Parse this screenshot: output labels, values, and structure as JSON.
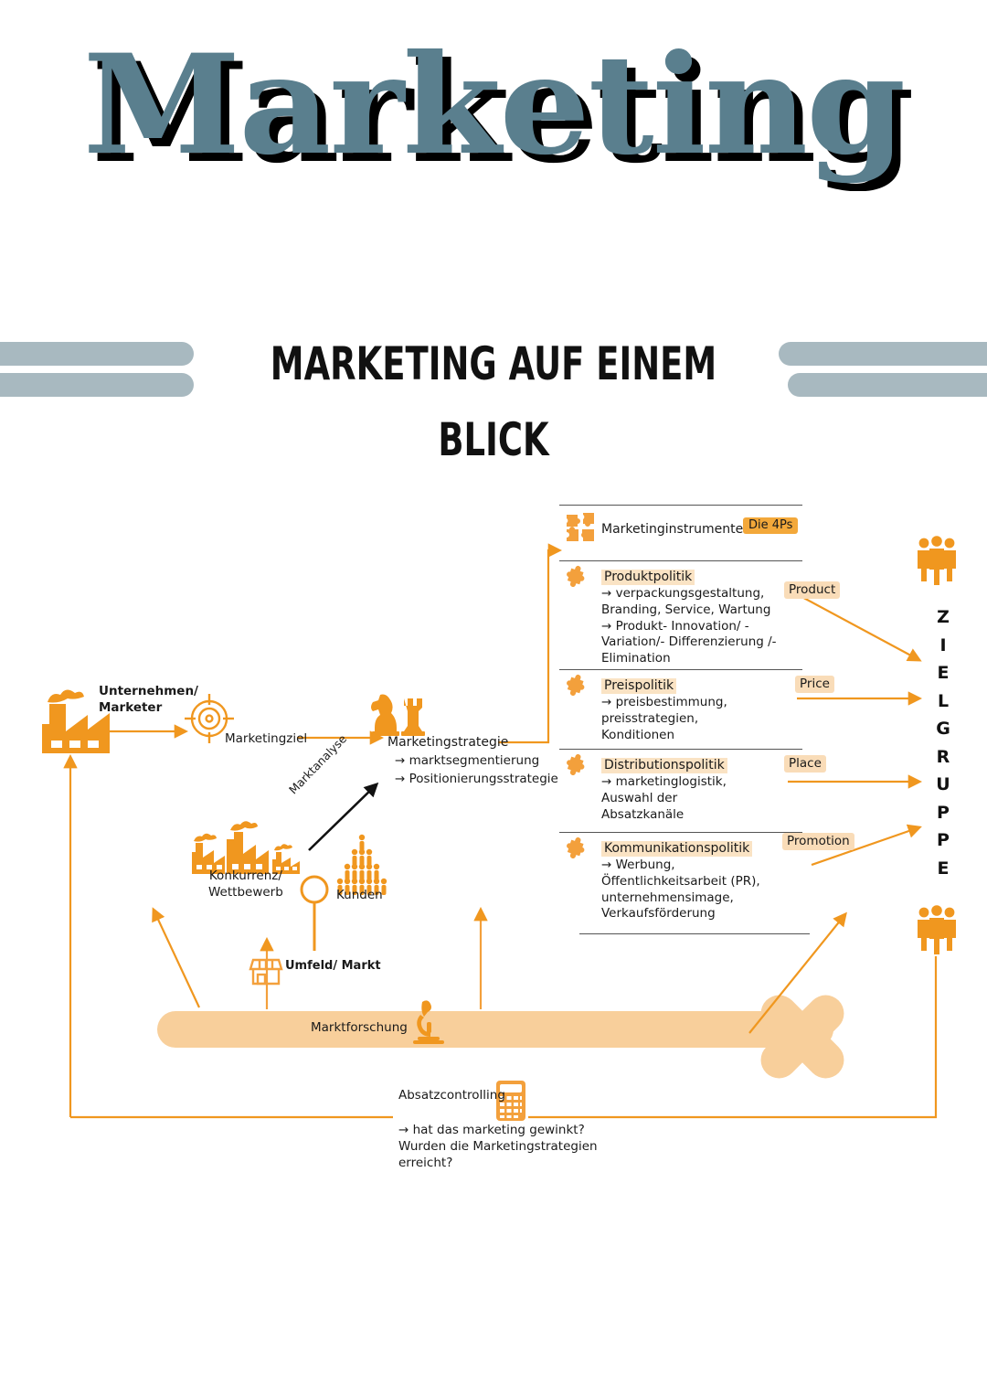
{
  "title": "Marketing",
  "subtitle": "MARKETING AUF EINEM BLICK",
  "colors": {
    "title_fill": "#5a7f8e",
    "title_shadow": "#000000",
    "subtitle_bar": "#a8b9c0",
    "orange": "#f0971f",
    "orange_icon": "#f3a03c",
    "peach": "#f8cf9b",
    "peach_light": "#fae3c4",
    "text": "#1a1a1a",
    "rule": "#555555"
  },
  "left_flow": {
    "company": {
      "label": "Unternehmen/\nMarketer",
      "icon": "factory-icon"
    },
    "goal": {
      "label": "Marketingziel",
      "icon": "target-icon"
    },
    "strategy": {
      "label": "Marketingstrategie",
      "icon": "chess-pieces-icon",
      "bullets": [
        "→ marktsegmentierung",
        "→ Positionierungsstrategie"
      ]
    },
    "competition": {
      "label": "Konkurrenz/\nWettbewerb",
      "icon": "factories-icon"
    },
    "customers": {
      "label": "Kunden",
      "icon": "people-pyramid-icon"
    },
    "market_analysis": {
      "label": "Marktanalyse",
      "icon": "magnifier-icon"
    },
    "environment": {
      "label": "Umfeld/ Markt",
      "icon": "storefront-icon"
    },
    "market_research": {
      "label": "Marktforschung",
      "icon": "microscope-icon"
    },
    "controlling": {
      "label": "Absatzcontrolling",
      "icon": "calculator-icon",
      "questions": "→ hat das marketing gewinkt?\nWurden die Marketingstrategien\nerreicht?"
    }
  },
  "panel": {
    "header": {
      "label": "Marketinginstrumente",
      "badge": "Die 4Ps",
      "icon": "puzzle-set-icon"
    },
    "rows": [
      {
        "title": "Produktpolitik",
        "p_label": "Product",
        "icon": "puzzle-piece-icon",
        "body": "→ verpackungsgestaltung,\nBranding, Service, Wartung\n→ Produkt- Innovation/ -\nVariation/- Differenzierung /-\nElimination"
      },
      {
        "title": "Preispolitik",
        "p_label": "Price",
        "icon": "puzzle-piece-icon",
        "body": "→ preisbestimmung,\npreisstrategien,\nKonditionen"
      },
      {
        "title": "Distributionspolitik",
        "p_label": "Place",
        "icon": "puzzle-piece-icon",
        "body": "→ marketinglogistik,\nAuswahl der\nAbsatzkanäle"
      },
      {
        "title": "Kommunikationspolitik",
        "p_label": "Promotion",
        "icon": "puzzle-piece-icon",
        "body": "→ Werbung,\nÖffentlichkeitsarbeit (PR),\nunternehmensimage,\nVerkaufsförderung"
      }
    ]
  },
  "target_group": {
    "label": "ZIELGRUPPE",
    "letters": [
      "Z",
      "I",
      "E",
      "L",
      "G",
      "R",
      "U",
      "P",
      "P",
      "E"
    ],
    "icon_top": "people-group-icon",
    "icon_bottom": "people-group-icon"
  }
}
